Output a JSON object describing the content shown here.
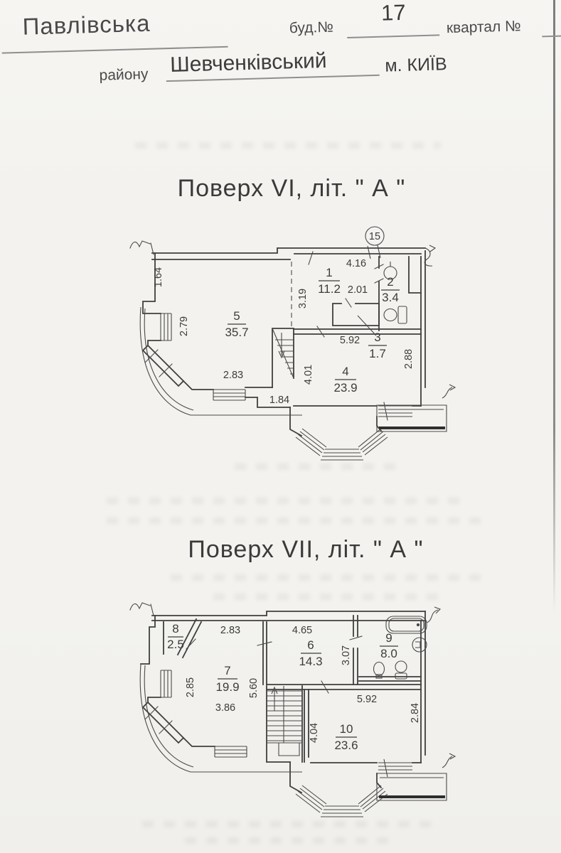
{
  "header": {
    "street": "Павлівська",
    "bud_label": "буд.№",
    "bud_value": "17",
    "kvartal_label": "квартал №",
    "rayon_label": "району",
    "rayon_value": "Шевченківський",
    "city": "м. КИЇВ"
  },
  "plans": [
    {
      "title": "Поверх VI, літ. \" А \"",
      "marker": "15",
      "rooms": [
        {
          "num": "1",
          "area": "11.2"
        },
        {
          "num": "2",
          "area": "3.4"
        },
        {
          "num": "3",
          "area": "1.7"
        },
        {
          "num": "4",
          "area": "23.9"
        },
        {
          "num": "5",
          "area": "35.7"
        }
      ],
      "dims": {
        "left_wall": "1.64",
        "left_window": "2.79",
        "hall_depth": "3.19",
        "hall_width": "4.16",
        "closet_width": "2.01",
        "room4_width": "5.92",
        "room4_right": "2.88",
        "room5_window": "2.83",
        "passage": "1.84",
        "room4_left": "4.01"
      }
    },
    {
      "title": "Поверх VII, літ. \" А \"",
      "rooms": [
        {
          "num": "6",
          "area": "14.3"
        },
        {
          "num": "7",
          "area": "19.9"
        },
        {
          "num": "8",
          "area": "2.5"
        },
        {
          "num": "9",
          "area": "8.0"
        },
        {
          "num": "10",
          "area": "23.6"
        }
      ],
      "dims": {
        "room7_top": "2.83",
        "room6_top": "4.65",
        "room9_left": "3.07",
        "room7_window": "2.85",
        "room7_right": "5.60",
        "room7_inner": "3.86",
        "room10_top": "5.92",
        "room10_right": "2.84",
        "room10_left": "4.04"
      }
    }
  ]
}
